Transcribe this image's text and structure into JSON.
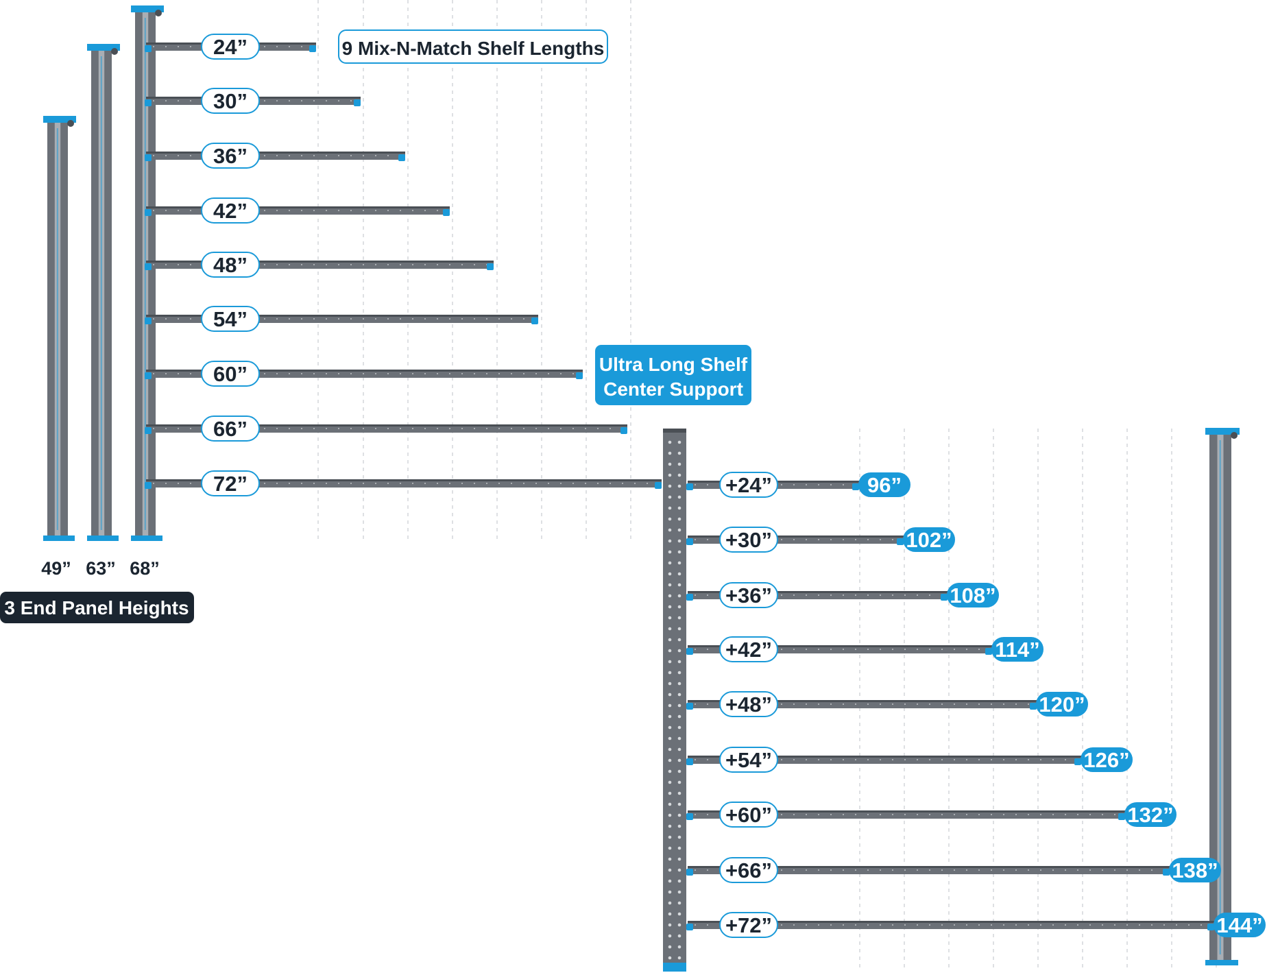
{
  "title": "9 Mix-N-Match Shelf Lengths",
  "center_support_label_lines": [
    "Ultra Long Shelf",
    "Center Support"
  ],
  "end_panels_label": "3 End Panel Heights",
  "end_panel_heights": [
    "49”",
    "63”",
    "68”"
  ],
  "shelf_lengths": [
    "24”",
    "30”",
    "36”",
    "42”",
    "48”",
    "54”",
    "60”",
    "66”",
    "72”"
  ],
  "extension_lengths": [
    "+24”",
    "+30”",
    "+36”",
    "+42”",
    "+48”",
    "+54”",
    "+60”",
    "+66”",
    "+72”"
  ],
  "total_lengths": [
    "96”",
    "102”",
    "108”",
    "114”",
    "120”",
    "126”",
    "132”",
    "138”",
    "144”"
  ],
  "colors": {
    "steel": "#6b7077",
    "steel_dark": "#4a4f55",
    "steel_light": "#a9aeb4",
    "accent_blue": "#1a9ad9",
    "label_dark": "#1b2530",
    "pill_border": "#1a9ad9",
    "guide_line": "#c9ccd0"
  },
  "icons": {
    "end_panel": "upright-panel-icon",
    "shelf_beam": "shelf-beam-icon",
    "center_support": "center-support-post-icon"
  }
}
